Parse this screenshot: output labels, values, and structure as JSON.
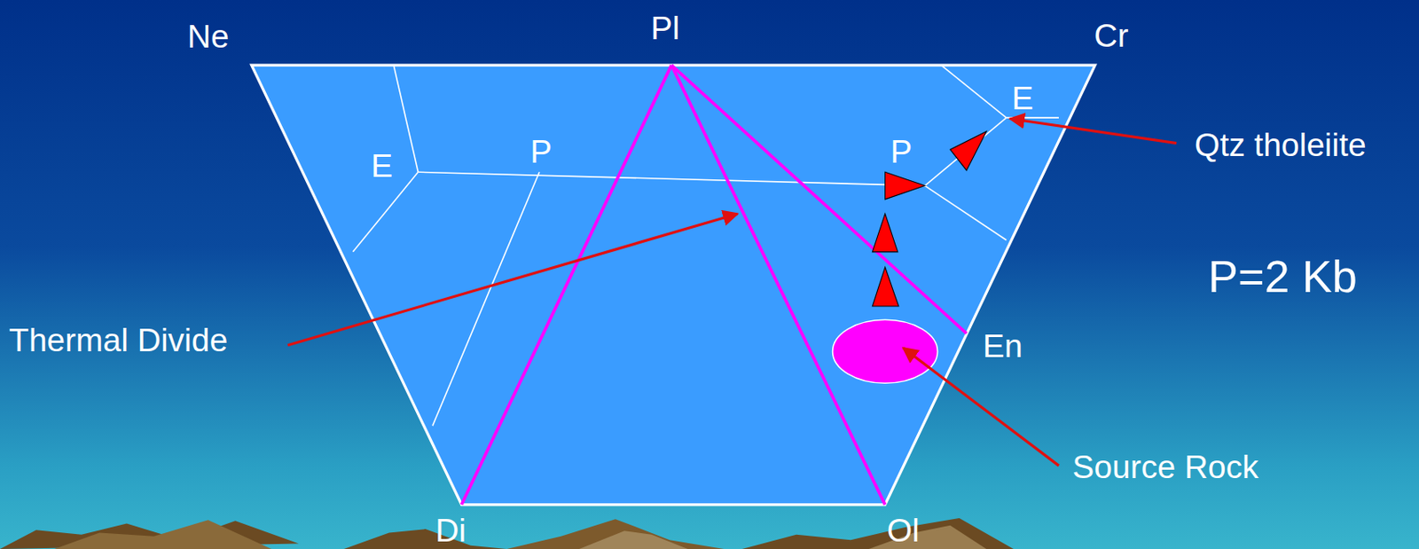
{
  "diagram": {
    "labels": [
      "Ne",
      "Pl",
      "Cr",
      "E",
      "P",
      "P",
      "E",
      "Qtz tholeiite",
      "P=2 Kb",
      "Thermal Divide",
      "En",
      "Source Rock",
      "Di",
      "Ol"
    ]
  }
}
